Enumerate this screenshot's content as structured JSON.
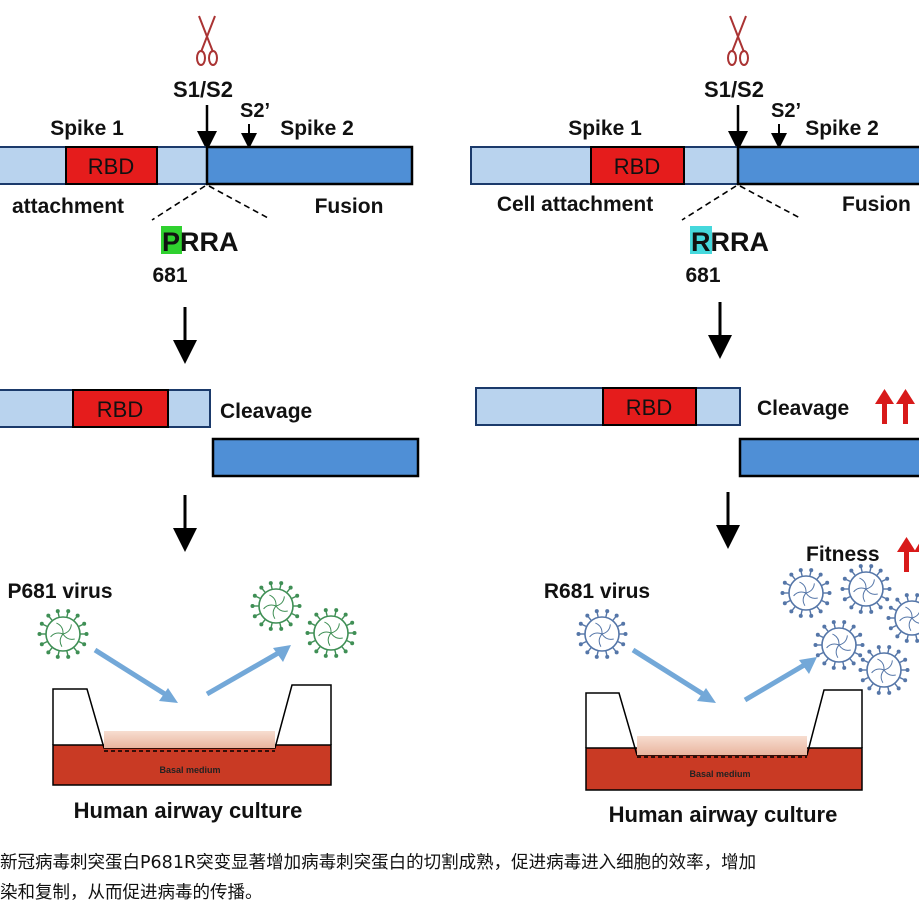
{
  "left_panel": {
    "cleavage_site": "S1/S2",
    "cleavage_site_2": "S2’",
    "spike1_label": "Spike 1",
    "spike2_label": "Spike 2",
    "domain_label": "RBD",
    "attachment_label": "attachment",
    "fusion_label": "Fusion",
    "motif_first": "P",
    "motif_rest": "RRA",
    "position": "681",
    "cleavage_label": "Cleavage",
    "virus_label": "P681 virus",
    "medium_label": "Basal medium",
    "culture_label": "Human airway culture",
    "highlight_color": "#2fd12f"
  },
  "right_panel": {
    "cleavage_site": "S1/S2",
    "cleavage_site_2": "S2’",
    "spike1_label": "Spike 1",
    "spike2_label": "Spike 2",
    "domain_label": "RBD",
    "attachment_label": "Cell attachment",
    "fusion_label": "Fusion",
    "motif_first": "R",
    "motif_rest": "RRA",
    "position": "681",
    "cleavage_label": "Cleavage",
    "fitness_label": "Fitness",
    "virus_label": "R681 virus",
    "medium_label": "Basal medium",
    "culture_label": "Human airway culture",
    "highlight_color": "#45d8dc"
  },
  "caption": {
    "line1": "新冠病毒刺突蛋白P681R突变显著增加病毒刺突蛋白的切割成熟，促进病毒进入细胞的效率，增加",
    "line2": "染和复制，从而促进病毒的传播。"
  },
  "colors": {
    "s1_fill": "#b9d3ee",
    "s2_fill": "#4f8fd6",
    "rbd_fill": "#e51c1c",
    "medium_fill": "#c93a24",
    "arrow_blue": "#73a8d8",
    "up_arrow_red": "#d81a1a",
    "virus_green": "#3f8f55",
    "virus_blue": "#5576a8"
  }
}
